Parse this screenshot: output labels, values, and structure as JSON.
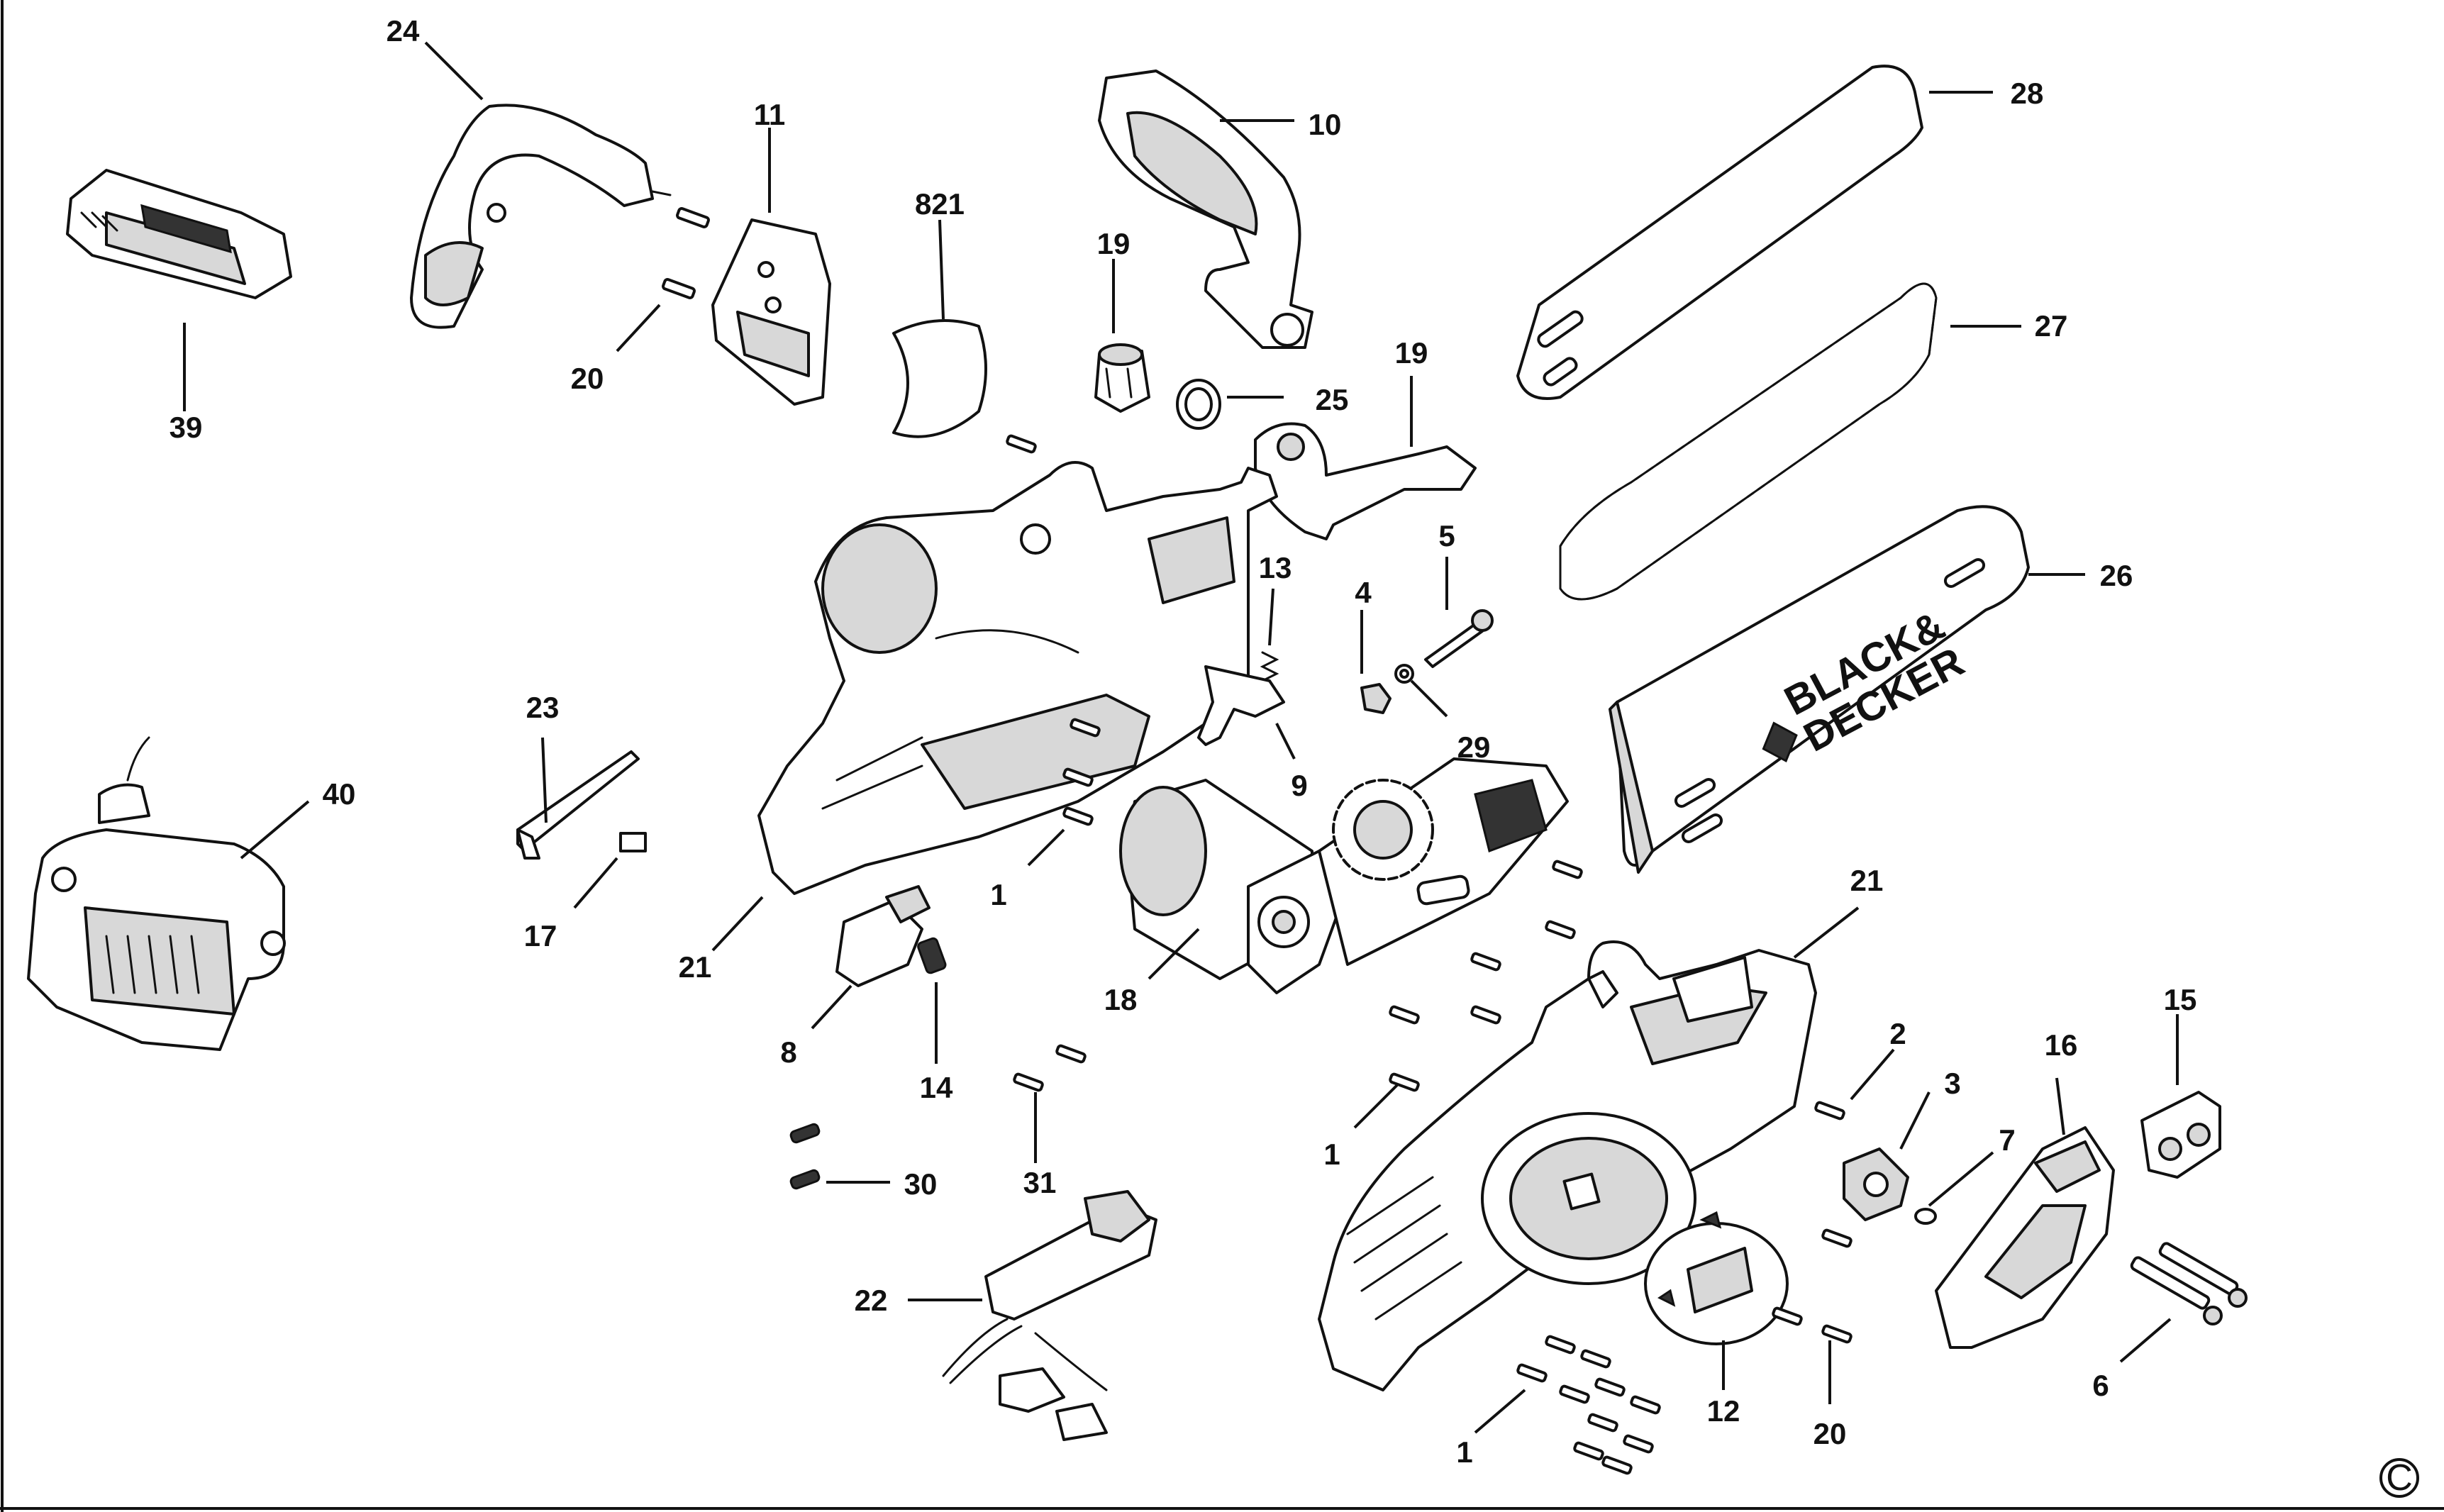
{
  "brand": {
    "bar_logo_line1": "BLACK&",
    "bar_logo_line2": "DECKER"
  },
  "copyright_symbol": "C",
  "callouts": {
    "c24": "24",
    "c11": "11",
    "c821": "821",
    "c10": "10",
    "c28": "28",
    "c39": "39",
    "c20a": "20",
    "c19a": "19",
    "c25": "25",
    "c19b": "19",
    "c27": "27",
    "c5": "5",
    "c13": "13",
    "c4": "4",
    "c26": "26",
    "c29": "29",
    "c9": "9",
    "c23": "23",
    "c40": "40",
    "c1a": "1",
    "c17": "17",
    "c21a": "21",
    "c21b": "21",
    "c18": "18",
    "c8": "8",
    "c14": "14",
    "c2": "2",
    "c3": "3",
    "c16": "16",
    "c15": "15",
    "c7": "7",
    "c1b": "1",
    "c30": "30",
    "c31": "31",
    "c22": "22",
    "c12": "12",
    "c20b": "20",
    "c6": "6",
    "c1c": "1"
  }
}
